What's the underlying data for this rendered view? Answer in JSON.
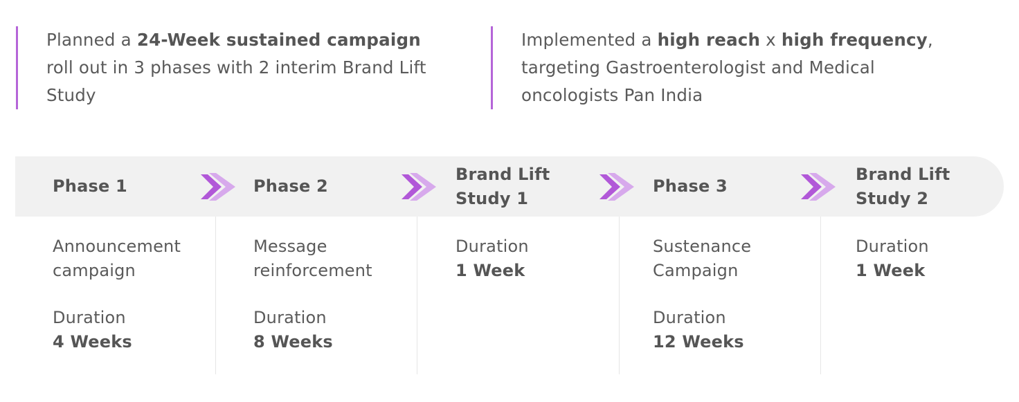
{
  "intro_left": {
    "segments": [
      {
        "text": "Planned a ",
        "bold": false
      },
      {
        "text": "24-Week sustained campaign",
        "bold": true
      },
      {
        "text": " roll out in 3 phases with 2 interim Brand Lift Study",
        "bold": false
      }
    ]
  },
  "intro_right": {
    "segments": [
      {
        "text": "Implemented a ",
        "bold": false
      },
      {
        "text": "high reach",
        "bold": true
      },
      {
        "text": " x ",
        "bold": false
      },
      {
        "text": "high frequency",
        "bold": true
      },
      {
        "text": ", targeting Gastroenterologist and Medical oncologists Pan India",
        "bold": false
      }
    ]
  },
  "phases": [
    {
      "title": "Phase 1",
      "description": "Announcement campaign",
      "duration_label": "Duration",
      "duration_value": "4 Weeks"
    },
    {
      "title": "Phase 2",
      "description": "Message reinforcement",
      "duration_label": "Duration",
      "duration_value": "8 Weeks"
    },
    {
      "title": "Brand Lift Study 1",
      "description": "",
      "duration_label": "Duration",
      "duration_value": "1 Week"
    },
    {
      "title": "Phase 3",
      "description": "Sustenance Campaign",
      "duration_label": "Duration",
      "duration_value": "12 Weeks"
    },
    {
      "title": "Brand Lift Study 2",
      "description": "",
      "duration_label": "Duration",
      "duration_value": "1 Week"
    }
  ],
  "colors": {
    "accent": "#b565d8",
    "chevron_dark": "#b158d8",
    "chevron_light": "#d7a9ec",
    "band": "#f1f1f1",
    "text": "#555555"
  },
  "icons": {
    "separator": "double-chevron-right-icon"
  }
}
